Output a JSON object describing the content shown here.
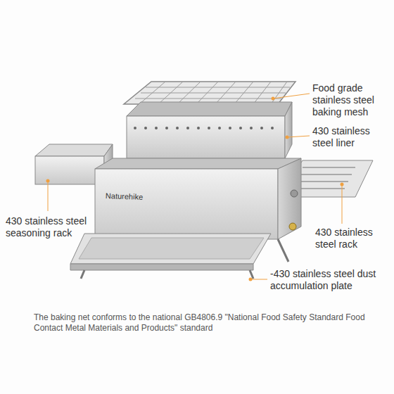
{
  "diagram": {
    "caption": "The baking net conforms to the national GB4806.9 \"National Food Safety Standard Food Contact Metal Materials and Products\" standard",
    "labels": [
      "Food grade stainless steel baking mesh",
      "430 stainless steel liner",
      "430 stainless steel seasoning rack",
      "430 stainless steel rack",
      "-430 stainless steel dust accumulation plate",
      "Naturehike"
    ]
  }
}
